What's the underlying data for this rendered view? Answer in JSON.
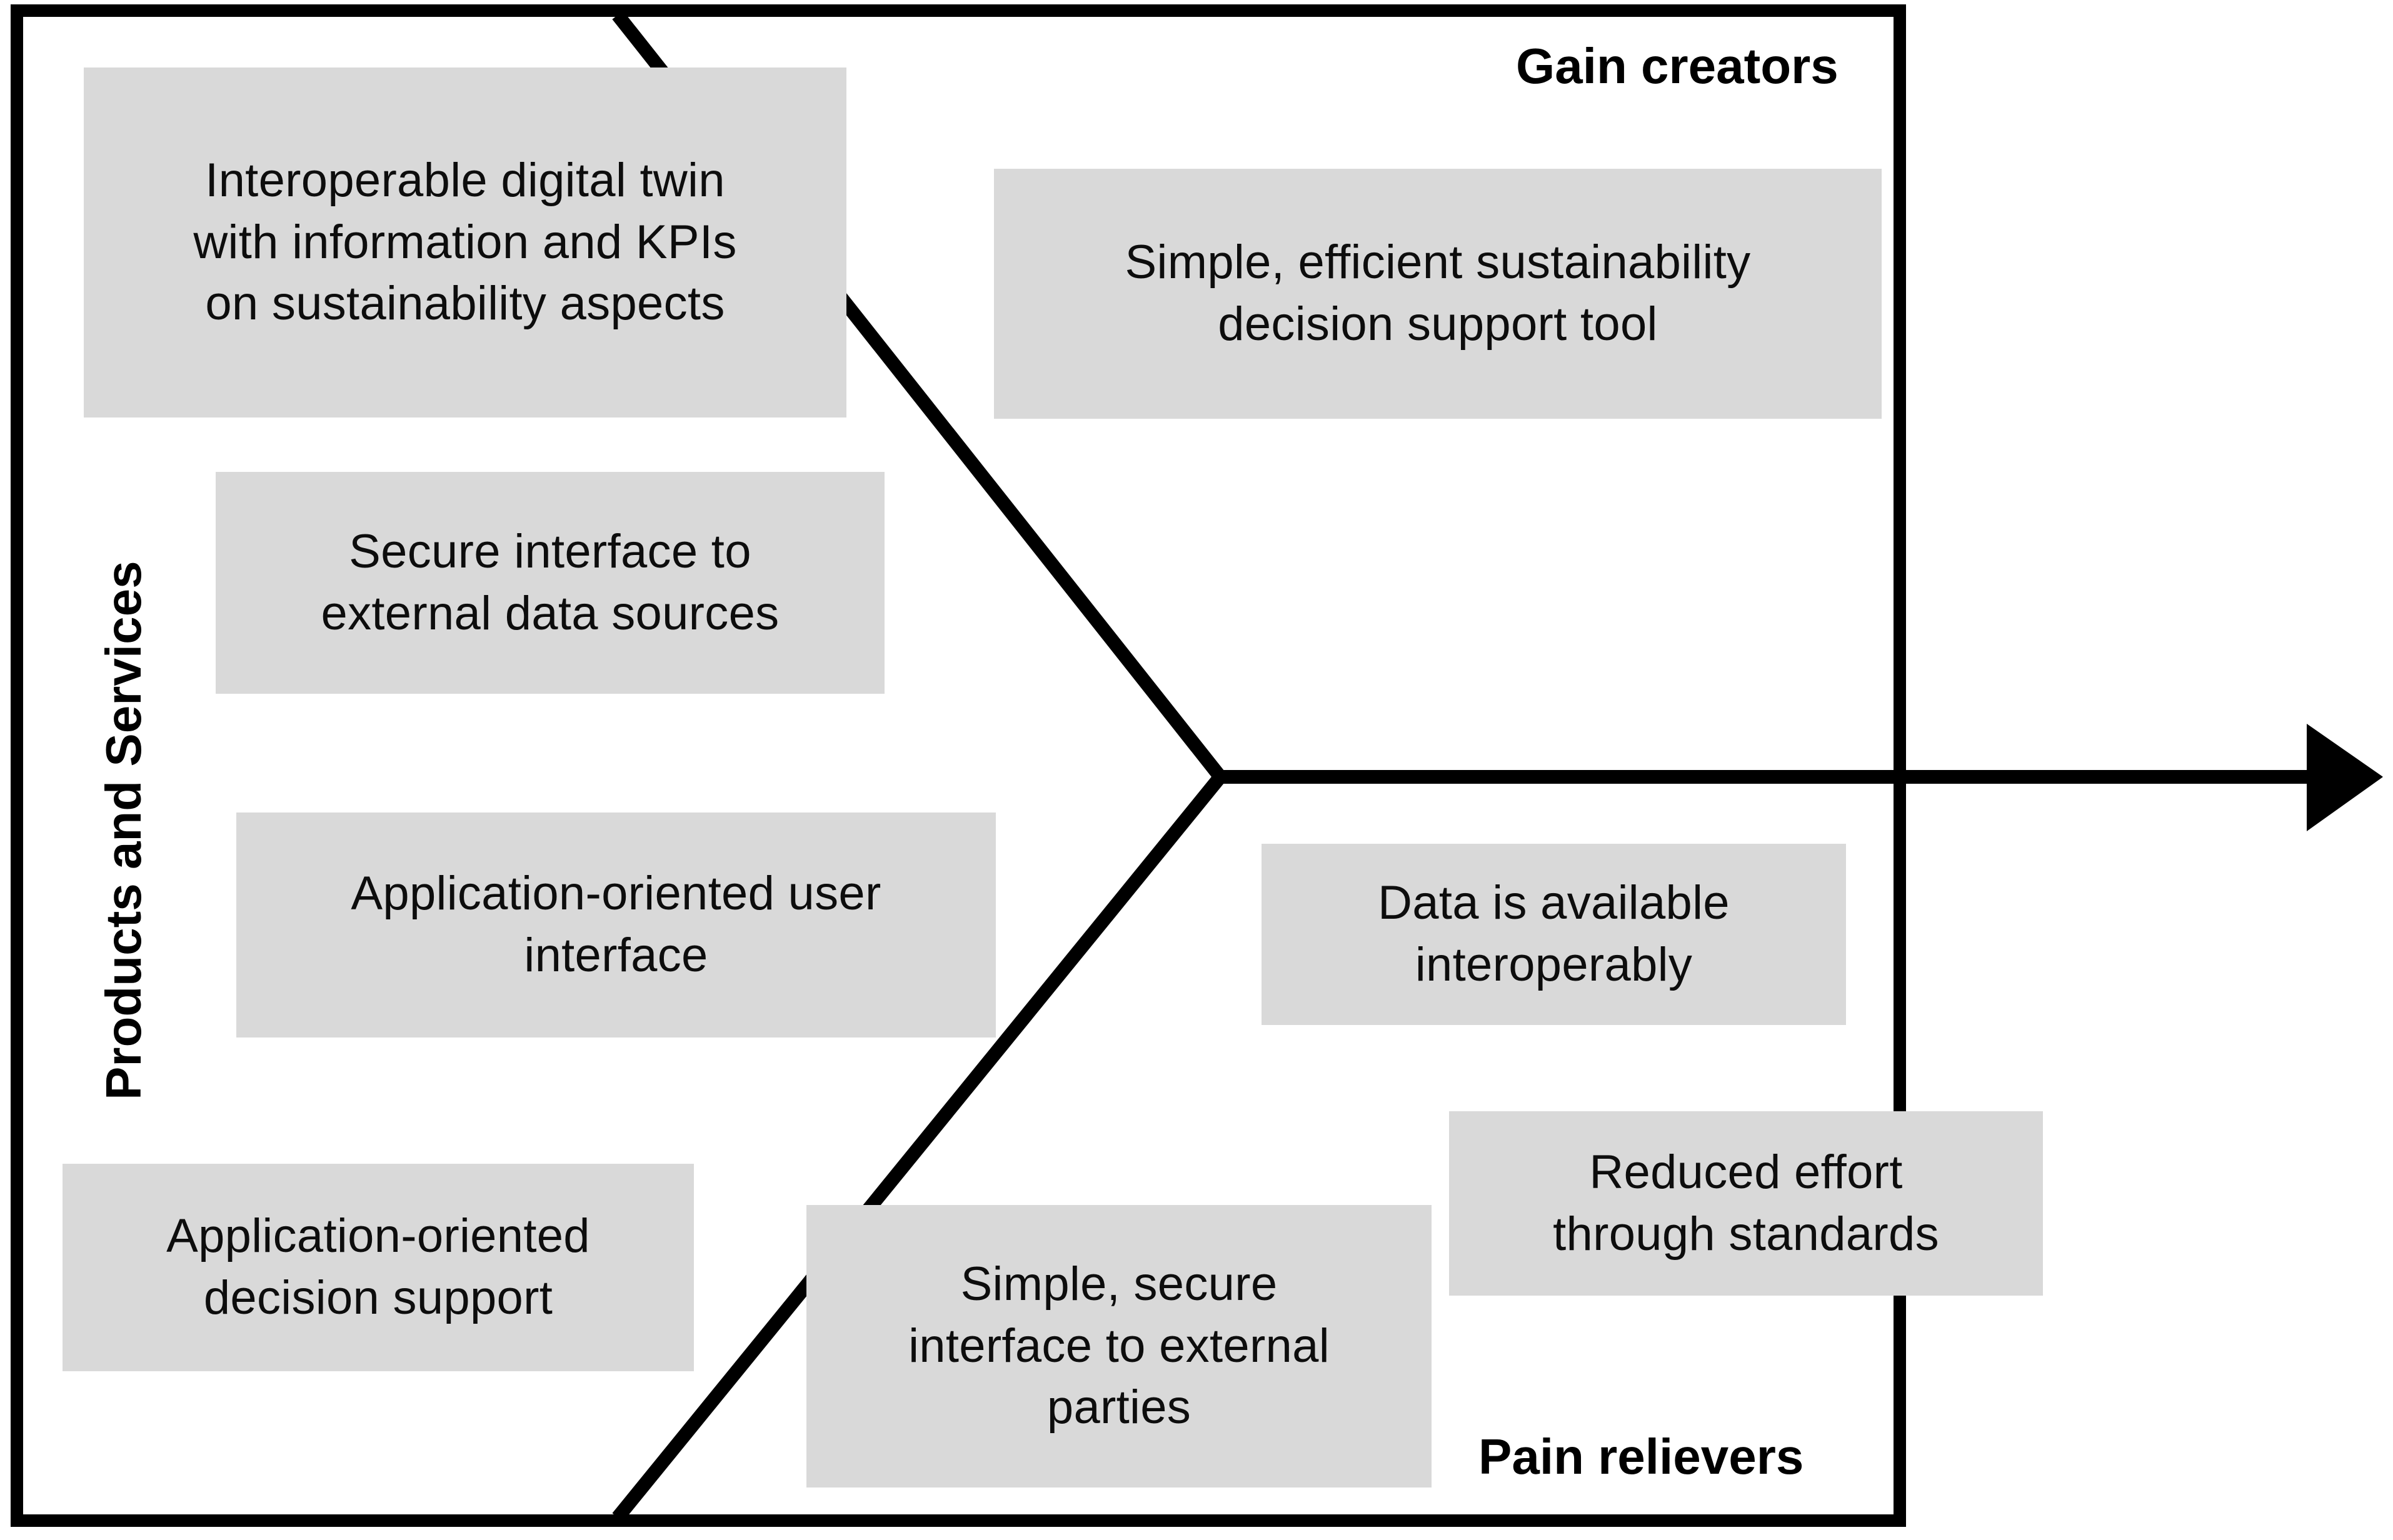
{
  "diagram": {
    "type": "value-proposition-canvas-arrow",
    "frame_color": "#000000",
    "box_fill": "#D9D9D9",
    "text_color": "#0D0D0D",
    "labels": {
      "left_axis": "Products and Services",
      "top_right": "Gain creators",
      "bottom_right": "Pain relievers"
    },
    "boxes": [
      {
        "id": "interoperable-digital-twin",
        "text": "Interoperable digital twin with information and KPIs on sustainability aspects",
        "lines": [
          "Interoperable digital  twin",
          "with information and KPIs",
          "on sustainability  aspects"
        ],
        "group": "products-and-services"
      },
      {
        "id": "simple-efficient-decision-support-tool",
        "text": "Simple, efficient sustainability decision support tool",
        "lines": [
          "Simple,  efficient sustainability",
          "decision support tool"
        ],
        "group": "gain-creators"
      },
      {
        "id": "secure-interface-external-data-sources",
        "text": "Secure interface to external data sources",
        "lines": [
          "Secure interface to",
          "external data sources"
        ],
        "group": "products-and-services"
      },
      {
        "id": "application-oriented-user-interface",
        "text": "Application-oriented user interface",
        "lines": [
          "Application-oriented  user",
          "interface"
        ],
        "group": "products-and-services"
      },
      {
        "id": "data-is-available-interoperably",
        "text": "Data is available interoperably",
        "lines": [
          "Data is available",
          "interoperably"
        ],
        "group": "pain-relievers"
      },
      {
        "id": "reduced-effort-through-standards",
        "text": "Reduced effort through standards",
        "lines": [
          "Reduced effort",
          "through  standards"
        ],
        "group": "pain-relievers"
      },
      {
        "id": "application-oriented-decision-support",
        "text": "Application-oriented decision support",
        "lines": [
          "Application-oriented",
          "decision support"
        ],
        "group": "products-and-services"
      },
      {
        "id": "simple-secure-interface-external-parties",
        "text": "Simple, secure interface to external parties",
        "lines": [
          "Simple,  secure",
          "interface to external",
          "parties"
        ],
        "group": "products-and-services"
      }
    ]
  }
}
